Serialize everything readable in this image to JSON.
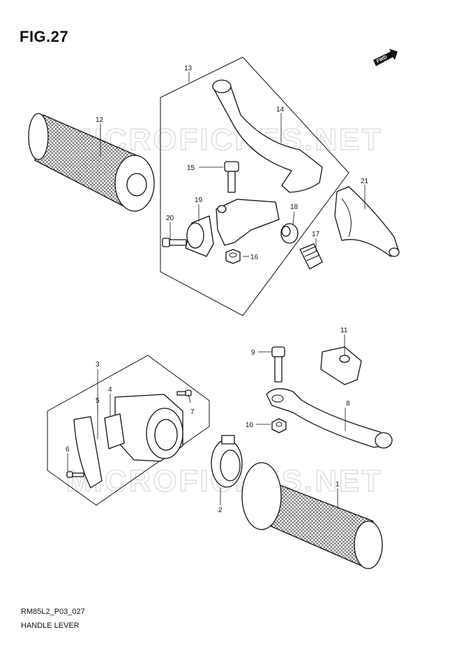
{
  "figure": {
    "title": "FIG.27",
    "code": "RM85L2_P03_027",
    "caption": "HANDLE LEVER",
    "watermark": "MICROFICHES.NET",
    "fwd_label": "FWD"
  },
  "callouts": [
    "1",
    "2",
    "3",
    "4",
    "5",
    "6",
    "7",
    "8",
    "9",
    "10",
    "11",
    "12",
    "13",
    "14",
    "15",
    "16",
    "17",
    "18",
    "19",
    "20",
    "21"
  ]
}
